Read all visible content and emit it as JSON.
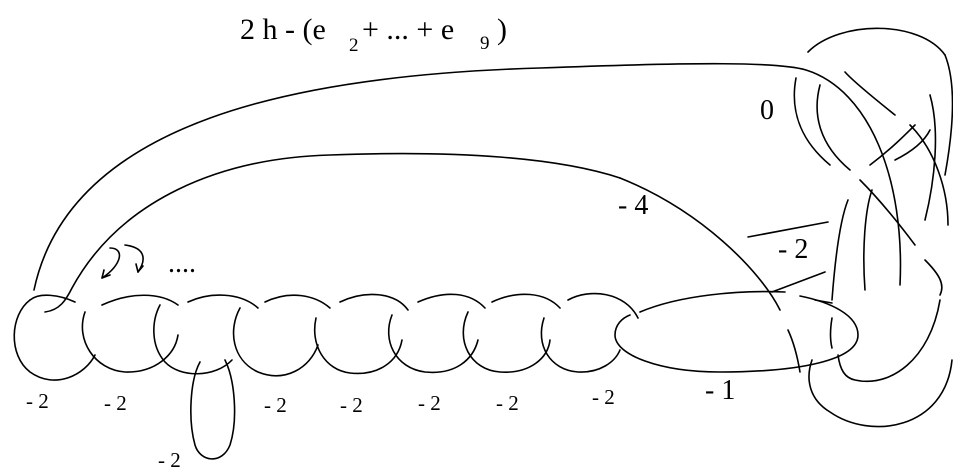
{
  "title": {
    "lead": "2 h  -  (e",
    "sub_a": "2",
    "mid": "+  ...  + e",
    "sub_b": "9",
    "tail": ")"
  },
  "labels": {
    "zero": "0",
    "minus_four": "- 4",
    "minus_two_bridge": "- 2",
    "minus_one": "- 1",
    "dots": "....",
    "chain": [
      "- 2",
      "- 2",
      "- 2",
      "- 2",
      "- 2",
      "- 2",
      "- 2"
    ],
    "hanging": "- 2"
  },
  "colors": {
    "ink": "#000000",
    "paper": "#ffffff"
  }
}
